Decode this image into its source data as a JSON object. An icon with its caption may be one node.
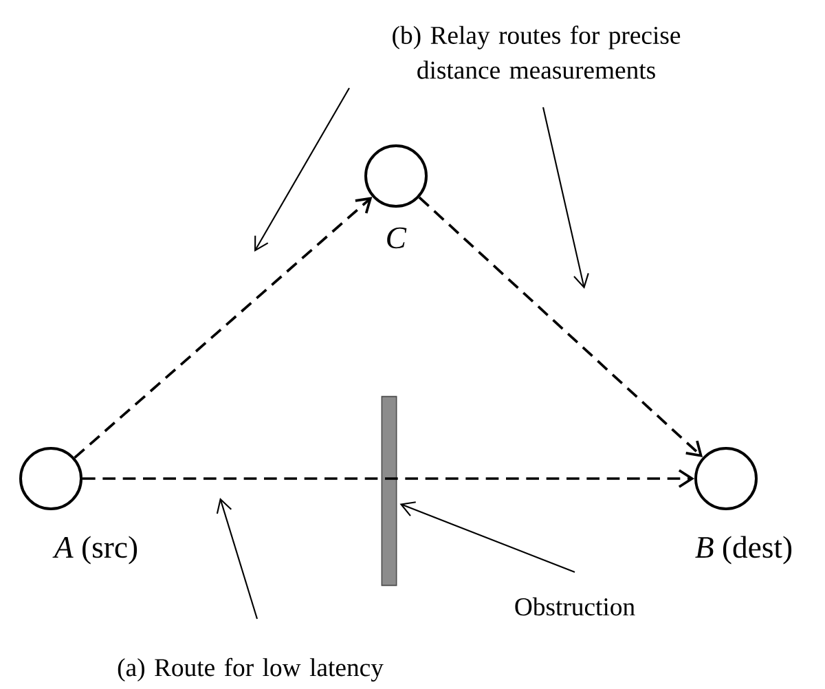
{
  "diagram": {
    "nodes": [
      {
        "text": [],
        "shape": "circle",
        "beside": [
          "*A* (src)"
        ]
      },
      {
        "text": [],
        "shape": "circle",
        "beside": [
          "*C*"
        ]
      },
      {
        "text": [],
        "shape": "circle",
        "beside": [
          "*B* (dest)"
        ]
      },
      {
        "text": [],
        "shape": "bar"
      },
      {
        "text": [
          "Obstruction"
        ]
      },
      {
        "text": [
          "(b) Relay routes for precise distance measurements"
        ]
      },
      {
        "text": [
          "(a) Route for low latency"
        ]
      }
    ],
    "edges": [
      {
        "from": 0,
        "to": 1,
        "arrow": "to",
        "style": "dashed"
      },
      {
        "from": 1,
        "to": 2,
        "arrow": "to",
        "style": "dashed"
      },
      {
        "from": 0,
        "to": 2,
        "arrow": "to",
        "style": "dashed"
      },
      {
        "from": 4,
        "to": 3,
        "arrow": "to"
      },
      {
        "from": 5,
        "to": null,
        "arrow": "to"
      },
      {
        "from": 5,
        "to": null,
        "arrow": "to"
      },
      {
        "from": 6,
        "to": null,
        "arrow": "to"
      }
    ]
  }
}
